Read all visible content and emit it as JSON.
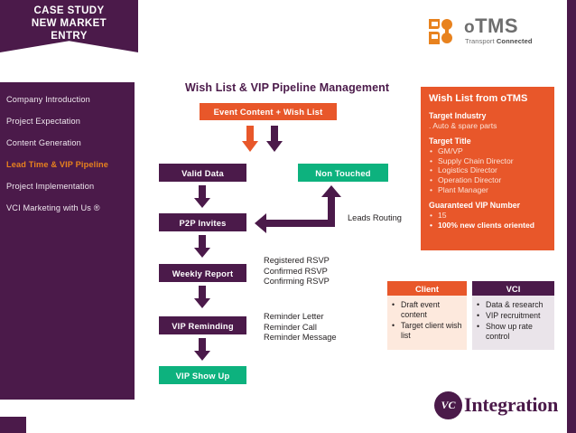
{
  "header": {
    "banner_title": "CASE  STUDY\nNEW MARKET\nENTRY"
  },
  "sidebar": {
    "items": [
      {
        "label": "Company Introduction",
        "active": false
      },
      {
        "label": "Project Expectation",
        "active": false
      },
      {
        "label": "Content Generation",
        "active": false
      },
      {
        "label": "Lead Time & VIP Pipeline",
        "active": true
      },
      {
        "label": "Project Implementation",
        "active": false
      },
      {
        "label": "VCI Marketing with Us ®",
        "active": false
      }
    ]
  },
  "brand_logo": {
    "mark": "otms-pinwheel-icon",
    "word_o": "o",
    "word_tms": "TMS",
    "tagline_light": "Transport ",
    "tagline_bold": "Connected"
  },
  "main": {
    "title": "Wish List & VIP Pipeline Management",
    "top_box": "Event Content + Wish List",
    "flow_boxes": [
      {
        "label": "Valid Data",
        "color": "purple"
      },
      {
        "label": "P2P Invites",
        "color": "purple"
      },
      {
        "label": "Weekly Report",
        "color": "purple"
      },
      {
        "label": "VIP Reminding",
        "color": "purple"
      },
      {
        "label": "VIP Show Up",
        "color": "green"
      }
    ],
    "non_touched": "Non Touched",
    "leads_routing_label": "Leads Routing",
    "note_rsvp": "Registered RSVP\nConfirmed RSVP\nConfirming RSVP",
    "note_reminder": "Reminder Letter\nReminder Call\nReminder Message"
  },
  "wishlist": {
    "title": "Wish List from oTMS",
    "industry_head": "Target Industry",
    "industry_value": ". Auto & spare parts",
    "title_head": "Target Title",
    "titles": [
      "GM/VP",
      "Supply Chain Director",
      "Logistics Director",
      "Operation Director",
      "Plant Manager"
    ],
    "vip_head": "Guaranteed VIP Number",
    "vip_items": [
      {
        "text": "15",
        "strong": false
      },
      {
        "text": "100% new clients oriented",
        "strong": true
      }
    ]
  },
  "responsibility": {
    "client": {
      "header": "Client",
      "items": [
        "Draft event content",
        "Target client wish list"
      ]
    },
    "vci": {
      "header": "VCI",
      "items": [
        "Data & research",
        "VIP recruitment",
        "Show up rate control"
      ]
    }
  },
  "footer_logo": {
    "mark": "vc-circle-logo",
    "initials": "VC",
    "word": "Integration"
  },
  "colors": {
    "purple": "#4B1A4A",
    "orange": "#E8572A",
    "green": "#0DB27E",
    "active_nav": "#E8821E"
  }
}
